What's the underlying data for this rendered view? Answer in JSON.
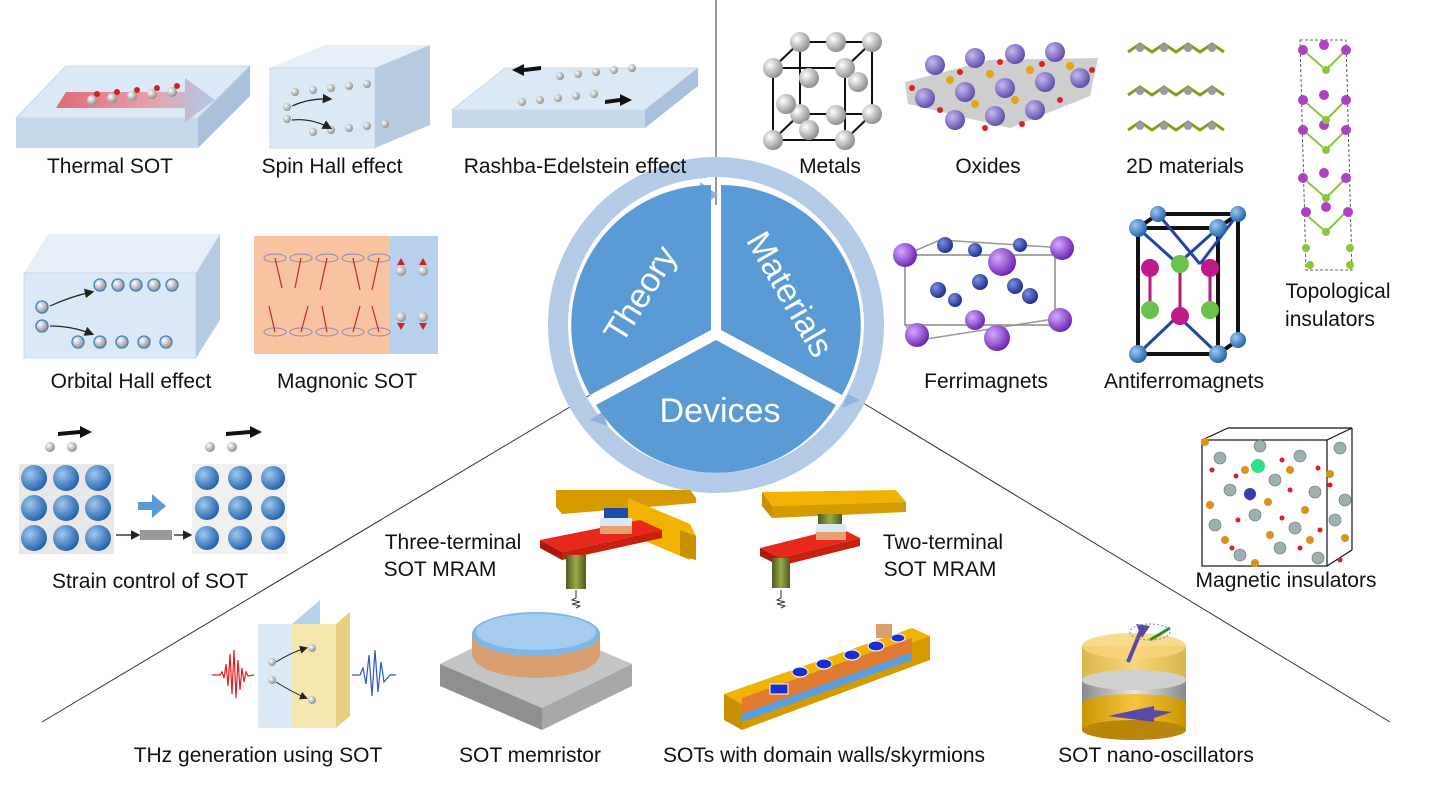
{
  "wheel": {
    "theory": "Theory",
    "materials": "Materials",
    "devices": "Devices"
  },
  "theory": {
    "thermal_sot": "Thermal SOT",
    "spin_hall": "Spin Hall effect",
    "rashba": "Rashba-Edelstein effect",
    "orbital_hall": "Orbital Hall effect",
    "magnonic_sot": "Magnonic SOT",
    "strain_control": "Strain control of SOT"
  },
  "materials": {
    "metals": "Metals",
    "oxides": "Oxides",
    "two_d": "2D materials",
    "topo_line1": "Topological",
    "topo_line2": "insulators",
    "ferrimagnets": "Ferrimagnets",
    "antiferromagnets": "Antiferromagnets",
    "magnetic_insulators": "Magnetic insulators"
  },
  "devices": {
    "three_terminal_line1": "Three-terminal",
    "three_terminal_line2": "SOT MRAM",
    "two_terminal_line1": "Two-terminal",
    "two_terminal_line2": "SOT MRAM",
    "thz": "THz generation using SOT",
    "memristor": "SOT memristor",
    "domain_walls": "SOTs with domain walls/skyrmions",
    "nano_oscillators": "SOT nano-oscillators"
  },
  "colors": {
    "wheel_blue": "#5b9bd5",
    "ring_blue": "#b4cbe8",
    "slab_blue": "#dbe8f5",
    "electrode_yellow": "#f2b300",
    "track_red": "#e8281a",
    "magnon_orange": "#f7c3a1"
  }
}
